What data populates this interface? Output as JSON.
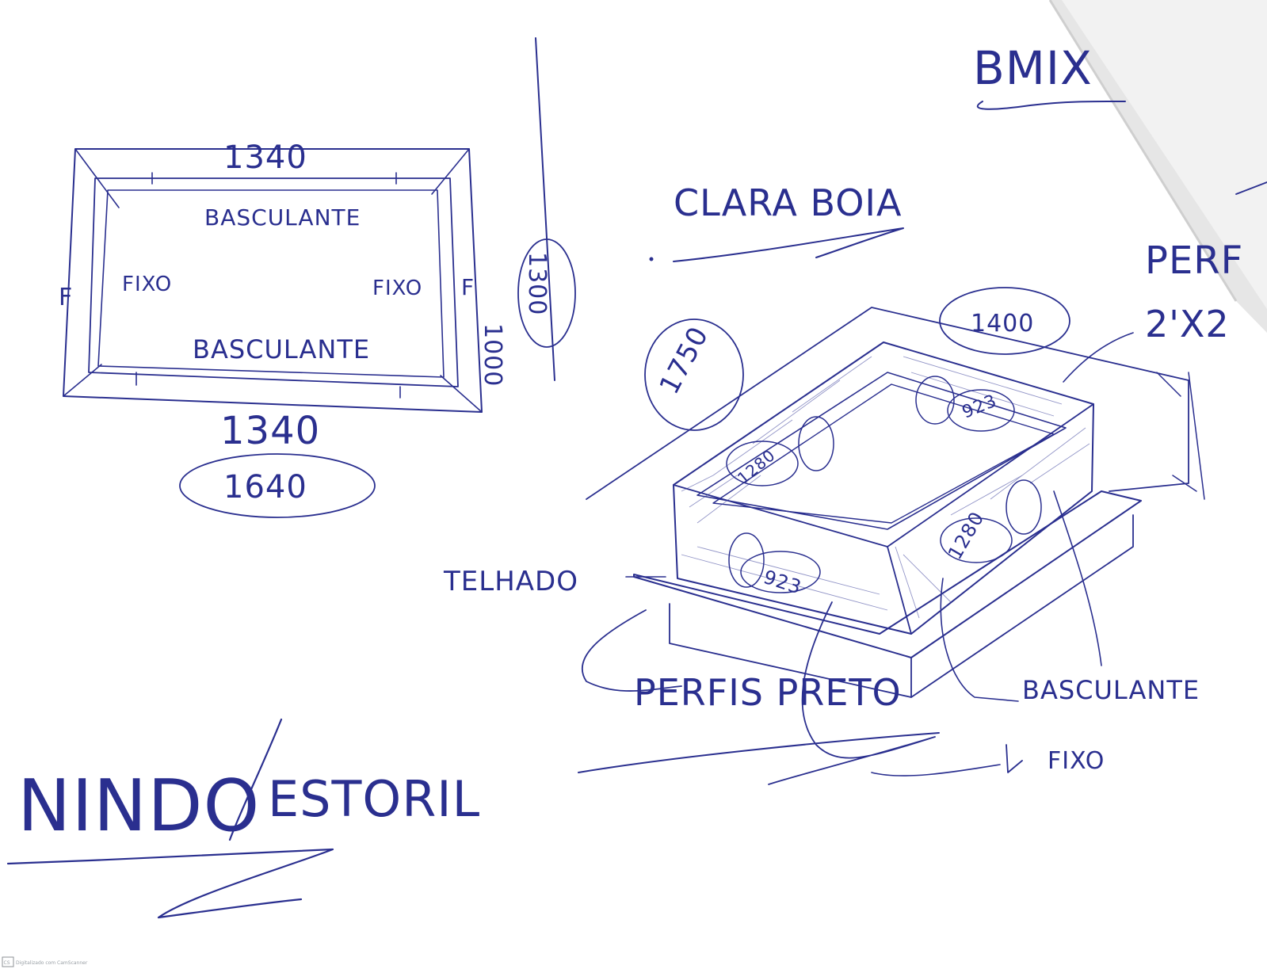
{
  "sketch": {
    "left_window": {
      "width_top": "1340",
      "width_bottom": "1340",
      "width_total": "1640",
      "height_inner": "1000",
      "height_total": "1300",
      "top_panel": "BASCULANTE",
      "bottom_panel": "BASCULANTE",
      "left_panel": "FIXO",
      "right_panel": "FIXO",
      "left_edge_mark": "F",
      "right_edge_mark": "F"
    },
    "skylight": {
      "title": "CLARA BOIA",
      "dim_width": "1400",
      "dim_depth": "1750",
      "panel_length_a": "1280",
      "panel_length_b": "1280",
      "panel_height_a": "923",
      "panel_height_b": "923",
      "roof_label": "TELHADO",
      "profile_label": "PERFIS PRETO",
      "side_label": "BASCULANTE",
      "fixed_label": "FIXO"
    },
    "corner_notes": {
      "top_right": "BMIX",
      "profile": "PERF",
      "section": "2'X2"
    },
    "client": {
      "name": "NINDO",
      "location": "ESTORIL"
    },
    "scanner_stamp": {
      "badge": "CS",
      "text": "Digitalizado com CamScanner"
    }
  }
}
